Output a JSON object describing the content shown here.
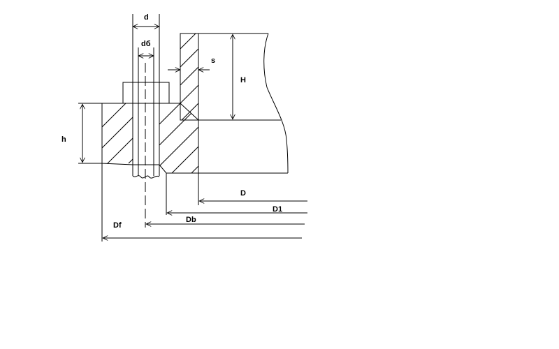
{
  "diagram": {
    "labels": {
      "d": "d",
      "db_small": "dб",
      "s": "s",
      "H": "H",
      "h": "h",
      "D": "D",
      "D1": "D1",
      "Db": "Db",
      "Df": "Df"
    }
  }
}
